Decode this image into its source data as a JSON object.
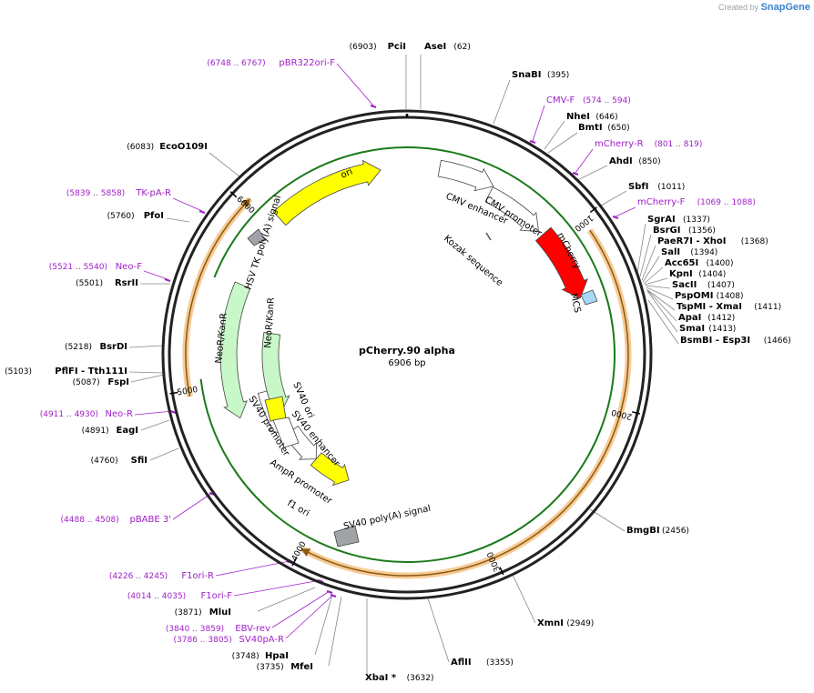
{
  "credit": {
    "prefix": "Created by",
    "brand": "SnapGene"
  },
  "plasmid": {
    "name": "pCherry.90 alpha",
    "size_label": "6906 bp",
    "length": 6906
  },
  "colors": {
    "ring": "#222222",
    "enzyme_text": "#000000",
    "primer": "#a020c8",
    "orange_arc": "#f0a040",
    "feature_outline": "#444444",
    "yellow": "#ffff00",
    "red": "#ff0000",
    "green_light": "#c8f8c8",
    "blue_light": "#a8d8f8",
    "gray": "#a0a4a8",
    "white": "#ffffff"
  },
  "ticks": [
    "1000",
    "2000",
    "3000",
    "4000",
    "5000",
    "6000"
  ],
  "enzymes": [
    {
      "name": "PciI",
      "pos": "(6903)"
    },
    {
      "name": "AseI",
      "pos": "(62)"
    },
    {
      "name": "SnaBI",
      "pos": "(395)"
    },
    {
      "name": "NheI",
      "pos": "(646)"
    },
    {
      "name": "BmtI",
      "pos": "(650)"
    },
    {
      "name": "AhdI",
      "pos": "(850)"
    },
    {
      "name": "SbfI",
      "pos": "(1011)"
    },
    {
      "name": "SgrAI",
      "pos": "(1337)"
    },
    {
      "name": "BsrGI",
      "pos": "(1356)"
    },
    {
      "name": "PaeR7I - XhoI",
      "pos": "(1368)"
    },
    {
      "name": "SalI",
      "pos": "(1394)"
    },
    {
      "name": "Acc65I",
      "pos": "(1400)"
    },
    {
      "name": "KpnI",
      "pos": "(1404)"
    },
    {
      "name": "SacII",
      "pos": "(1407)"
    },
    {
      "name": "PspOMI",
      "pos": "(1408)"
    },
    {
      "name": "TspMI - XmaI",
      "pos": "(1411)"
    },
    {
      "name": "ApaI",
      "pos": "(1412)"
    },
    {
      "name": "SmaI",
      "pos": "(1413)"
    },
    {
      "name": "BsmBI - Esp3I",
      "pos": "(1466)"
    },
    {
      "name": "BmgBI",
      "pos": "(2456)"
    },
    {
      "name": "XmnI",
      "pos": "(2949)"
    },
    {
      "name": "AflII",
      "pos": "(3355)"
    },
    {
      "name": "XbaI *",
      "pos": "(3632)"
    },
    {
      "name": "MfeI",
      "pos": "(3735)"
    },
    {
      "name": "HpaI",
      "pos": "(3748)"
    },
    {
      "name": "MluI",
      "pos": "(3871)"
    },
    {
      "name": "SfiI",
      "pos": "(4760)"
    },
    {
      "name": "EagI",
      "pos": "(4891)"
    },
    {
      "name": "FspI",
      "pos": "(5087)"
    },
    {
      "name": "PflFI - Tth111I",
      "pos": "(5103)"
    },
    {
      "name": "BsrDI",
      "pos": "(5218)"
    },
    {
      "name": "RsrII",
      "pos": "(5501)"
    },
    {
      "name": "PfoI",
      "pos": "(5760)"
    },
    {
      "name": "EcoO109I",
      "pos": "(6083)"
    }
  ],
  "primers": [
    {
      "name": "pBR322ori-F",
      "range": "(6748 .. 6767)"
    },
    {
      "name": "CMV-F",
      "range": "(574 .. 594)"
    },
    {
      "name": "mCherry-R",
      "range": "(801 .. 819)"
    },
    {
      "name": "mCherry-F",
      "range": "(1069 .. 1088)"
    },
    {
      "name": "TK-pA-R",
      "range": "(5839 .. 5858)"
    },
    {
      "name": "Neo-F",
      "range": "(5521 .. 5540)"
    },
    {
      "name": "Neo-R",
      "range": "(4911 .. 4930)"
    },
    {
      "name": "pBABE 3'",
      "range": "(4488 .. 4508)"
    },
    {
      "name": "F1ori-R",
      "range": "(4226 .. 4245)"
    },
    {
      "name": "F1ori-F",
      "range": "(4014 .. 4035)"
    },
    {
      "name": "EBV-rev",
      "range": "(3840 .. 3859)"
    },
    {
      "name": "SV40pA-R",
      "range": "(3786 .. 3805)"
    }
  ],
  "features": {
    "ori": "ori",
    "cmv_enhancer": "CMV enhancer",
    "cmv_promoter": "CMV promoter",
    "mcherry": "mCherry",
    "kozak": "Kozak sequence",
    "mcs": "MCS",
    "hsv_tk": "HSV TK poly(A) signal",
    "neo_outer": "NeoR/KanR",
    "neo_inner": "NeoR/KanR",
    "sv40_ori": "SV40 ori",
    "sv40_enhancer": "SV40 enhancer",
    "sv40_promoter": "SV40 promoter",
    "ampr_promoter": "AmpR promoter",
    "f1_ori": "f1 ori",
    "sv40_polya": "SV40 poly(A) signal"
  }
}
